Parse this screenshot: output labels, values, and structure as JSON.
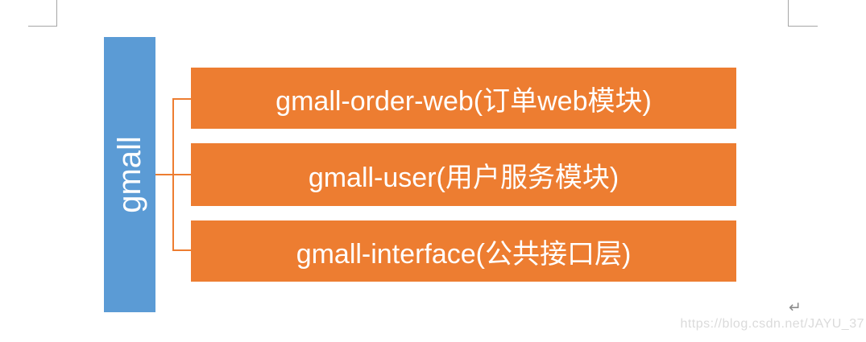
{
  "page": {
    "background": "#ffffff",
    "crop_mark_color": "#a6a6a6",
    "return_mark": "↵",
    "watermark": "https://blog.csdn.net/JAYU_37",
    "watermark_color": "#dbdbdb"
  },
  "diagram": {
    "type": "hierarchy",
    "connector_color": "#ed7d31",
    "root": {
      "label": "gmall",
      "fill": "#5b9bd5",
      "text_color": "#ffffff"
    },
    "children": [
      {
        "label": "gmall-order-web(订单web模块)"
      },
      {
        "label": "gmall-user(用户服务模块)"
      },
      {
        "label": "gmall-interface(公共接口层)"
      }
    ],
    "child_fill": "#ed7d31",
    "child_text_color": "#ffffff"
  }
}
